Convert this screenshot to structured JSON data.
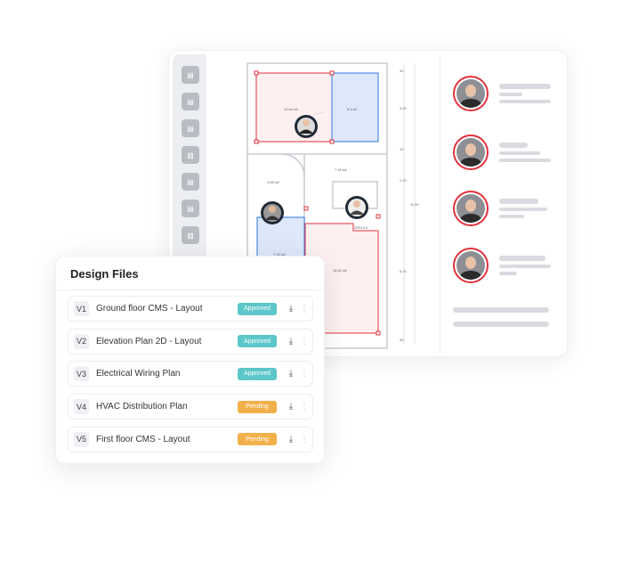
{
  "colors": {
    "approved": "#5cc6c9",
    "pending": "#f2b04b",
    "accent": "#e2323c",
    "blue": "#2f74e0"
  },
  "sidebar": {
    "icons": [
      "pdf-file-icon",
      "pdf-file-icon",
      "pdf-file-icon",
      "image-file-icon",
      "pdf-file-icon",
      "pdf-file-icon",
      "image-file-icon"
    ]
  },
  "plan": {
    "rooms": [
      "10.64 м2",
      "6.4 м2",
      "7.18 м2",
      "4.68 м2",
      "7.04 м2",
      "16.81 м2"
    ],
    "tag": "20H15.9",
    "dims": [
      "40",
      "3.20",
      "10",
      "2.20",
      "11.40",
      "5.10",
      "40"
    ]
  },
  "files": {
    "title": "Design Files",
    "items": [
      {
        "version": "V1",
        "name": "Ground floor CMS - Layout",
        "status": "Approved"
      },
      {
        "version": "V2",
        "name": "Elevation Plan 2D - Layout",
        "status": "Approved"
      },
      {
        "version": "V3",
        "name": "Electrical Wiring Plan",
        "status": "Approved"
      },
      {
        "version": "V4",
        "name": "HVAC Distribution Plan",
        "status": "Pending"
      },
      {
        "version": "V5",
        "name": "First floor CMS - Layout",
        "status": "Pending"
      }
    ]
  }
}
